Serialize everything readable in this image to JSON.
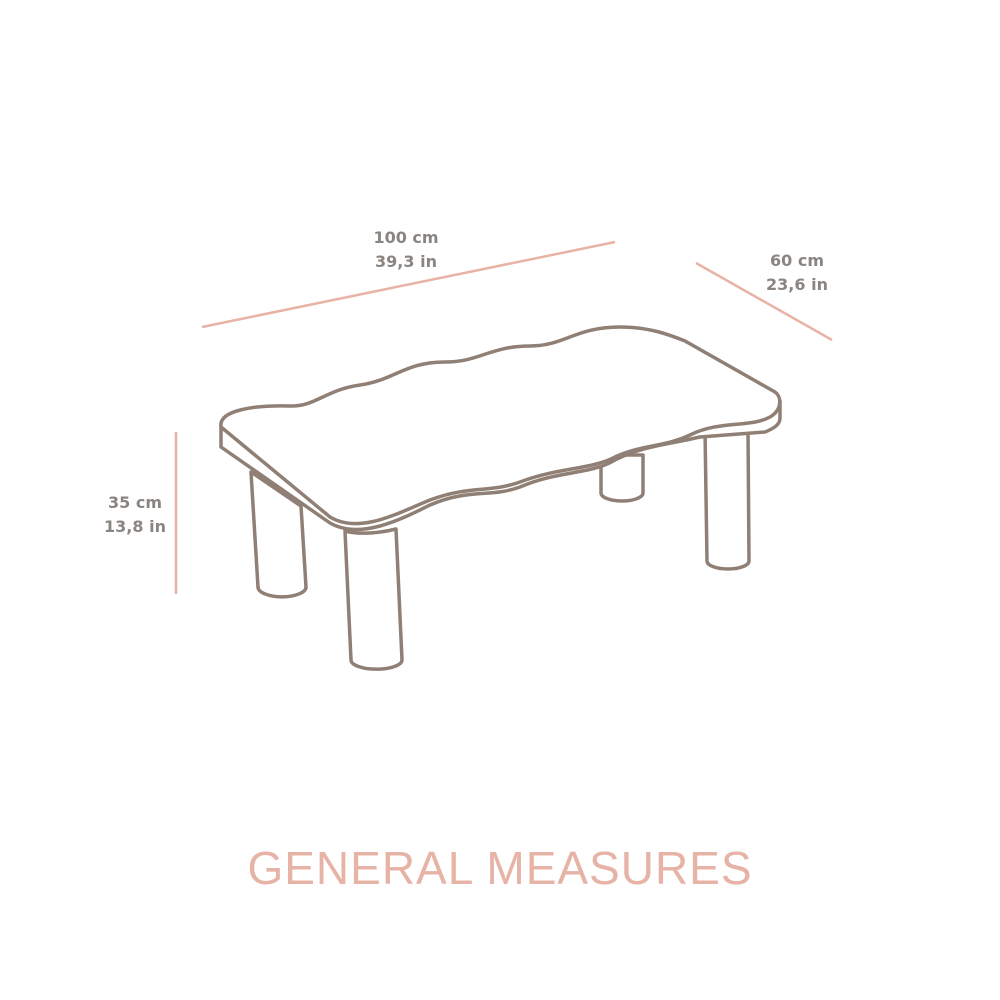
{
  "dimensions": {
    "length": {
      "metric": "100 cm",
      "imperial": "39,3 in"
    },
    "depth": {
      "metric": "60 cm",
      "imperial": "23,6 in"
    },
    "height": {
      "metric": "35 cm",
      "imperial": "13,8 in"
    }
  },
  "title": "GENERAL MEASURES",
  "colors": {
    "dimension_line": "#e8b3a4",
    "outline": "#8f7f74",
    "label": "#8a8580",
    "title": "#e6b3a6"
  }
}
